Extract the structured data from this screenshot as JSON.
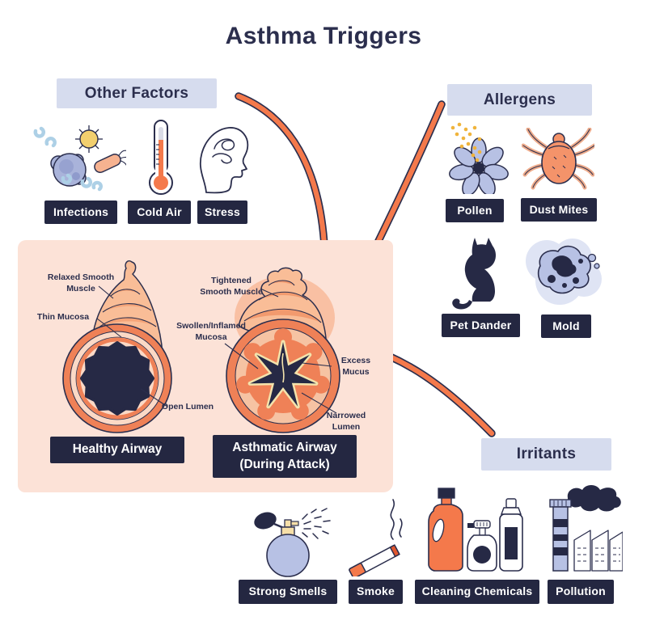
{
  "title": "Asthma Triggers",
  "colors": {
    "accent_orange": "#F4794B",
    "ink_navy": "#2B2E4D",
    "chip_bg": "#242741",
    "header_bg": "#D6DCEE",
    "panel_bg": "#FCE2D7",
    "lavender": "#B7C1E4",
    "mucus_cream": "#F3E3AC"
  },
  "groups": {
    "other_factors": {
      "title": "Other Factors",
      "items": [
        {
          "label": "Infections",
          "icon": "germs-icon"
        },
        {
          "label": "Cold Air",
          "icon": "thermometer-icon"
        },
        {
          "label": "Stress",
          "icon": "stressed-head-icon"
        }
      ]
    },
    "allergens": {
      "title": "Allergens",
      "items": [
        {
          "label": "Pollen",
          "icon": "pollen-flower-icon"
        },
        {
          "label": "Dust Mites",
          "icon": "dust-mite-icon"
        },
        {
          "label": "Pet Dander",
          "icon": "cat-icon"
        },
        {
          "label": "Mold",
          "icon": "mold-icon"
        }
      ]
    },
    "irritants": {
      "title": "Irritants",
      "items": [
        {
          "label": "Strong Smells",
          "icon": "perfume-atomizer-icon"
        },
        {
          "label": "Smoke",
          "icon": "cigarette-icon"
        },
        {
          "label": "Cleaning Chemicals",
          "icon": "cleaning-bottles-icon"
        },
        {
          "label": "Pollution",
          "icon": "factory-smokestack-icon"
        }
      ]
    }
  },
  "airways": {
    "healthy": {
      "caption": "Healthy Airway",
      "labels": {
        "muscle": "Relaxed Smooth Muscle",
        "mucosa": "Thin Mucosa",
        "lumen": "Open Lumen"
      }
    },
    "asthmatic": {
      "caption": "Asthmatic Airway (During Attack)",
      "labels": {
        "muscle": "Tightened Smooth Muscle",
        "mucosa": "Swollen/Inflamed Mucosa",
        "mucus": "Excess Mucus",
        "lumen": "Narrowed Lumen"
      }
    }
  }
}
